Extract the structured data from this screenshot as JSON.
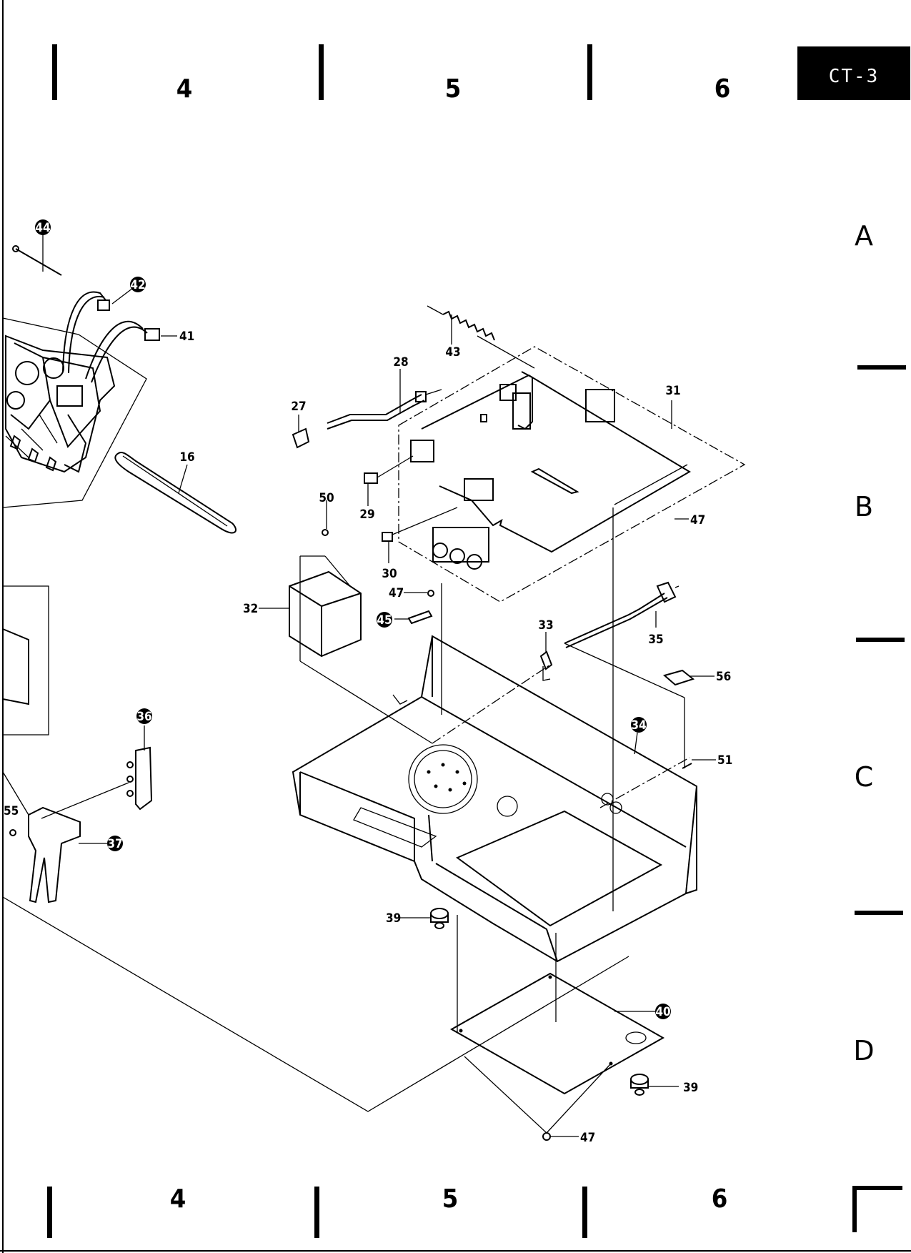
{
  "sheet_code": "CT-3",
  "zone_columns": [
    "4",
    "5",
    "6"
  ],
  "zone_rows": [
    "A",
    "B",
    "C",
    "D"
  ],
  "callouts": {
    "c44": "44",
    "c42": "42",
    "c41": "41",
    "c16": "16",
    "c43": "43",
    "c28": "28",
    "c27": "27",
    "c31": "31",
    "c29": "29",
    "c30": "30",
    "c50": "50",
    "c47a": "47",
    "c47b": "47",
    "c32": "32",
    "c45": "45",
    "c33": "33",
    "c35": "35",
    "c56": "56",
    "c34": "34",
    "c51": "51",
    "c36": "36",
    "c55": "55",
    "c37": "37",
    "c39a": "39",
    "c40": "40",
    "c39b": "39",
    "c47c": "47"
  }
}
